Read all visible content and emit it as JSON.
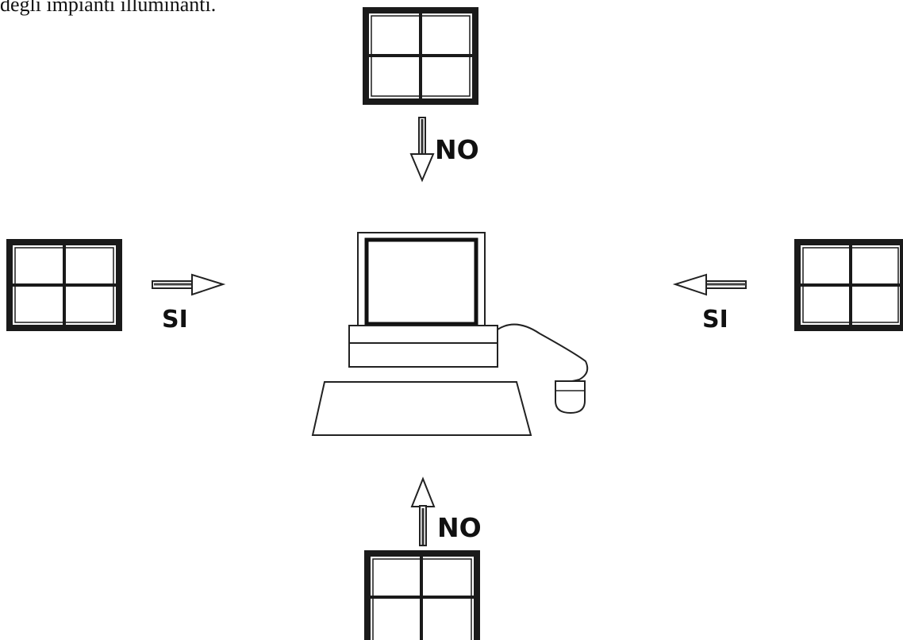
{
  "caption": "degli impianti illuminanti.",
  "labels": {
    "top": "NO",
    "bottom": "NO",
    "left": "SI",
    "right": "SI"
  },
  "colors": {
    "ink": "#1a1a1a",
    "background": "#ffffff"
  }
}
